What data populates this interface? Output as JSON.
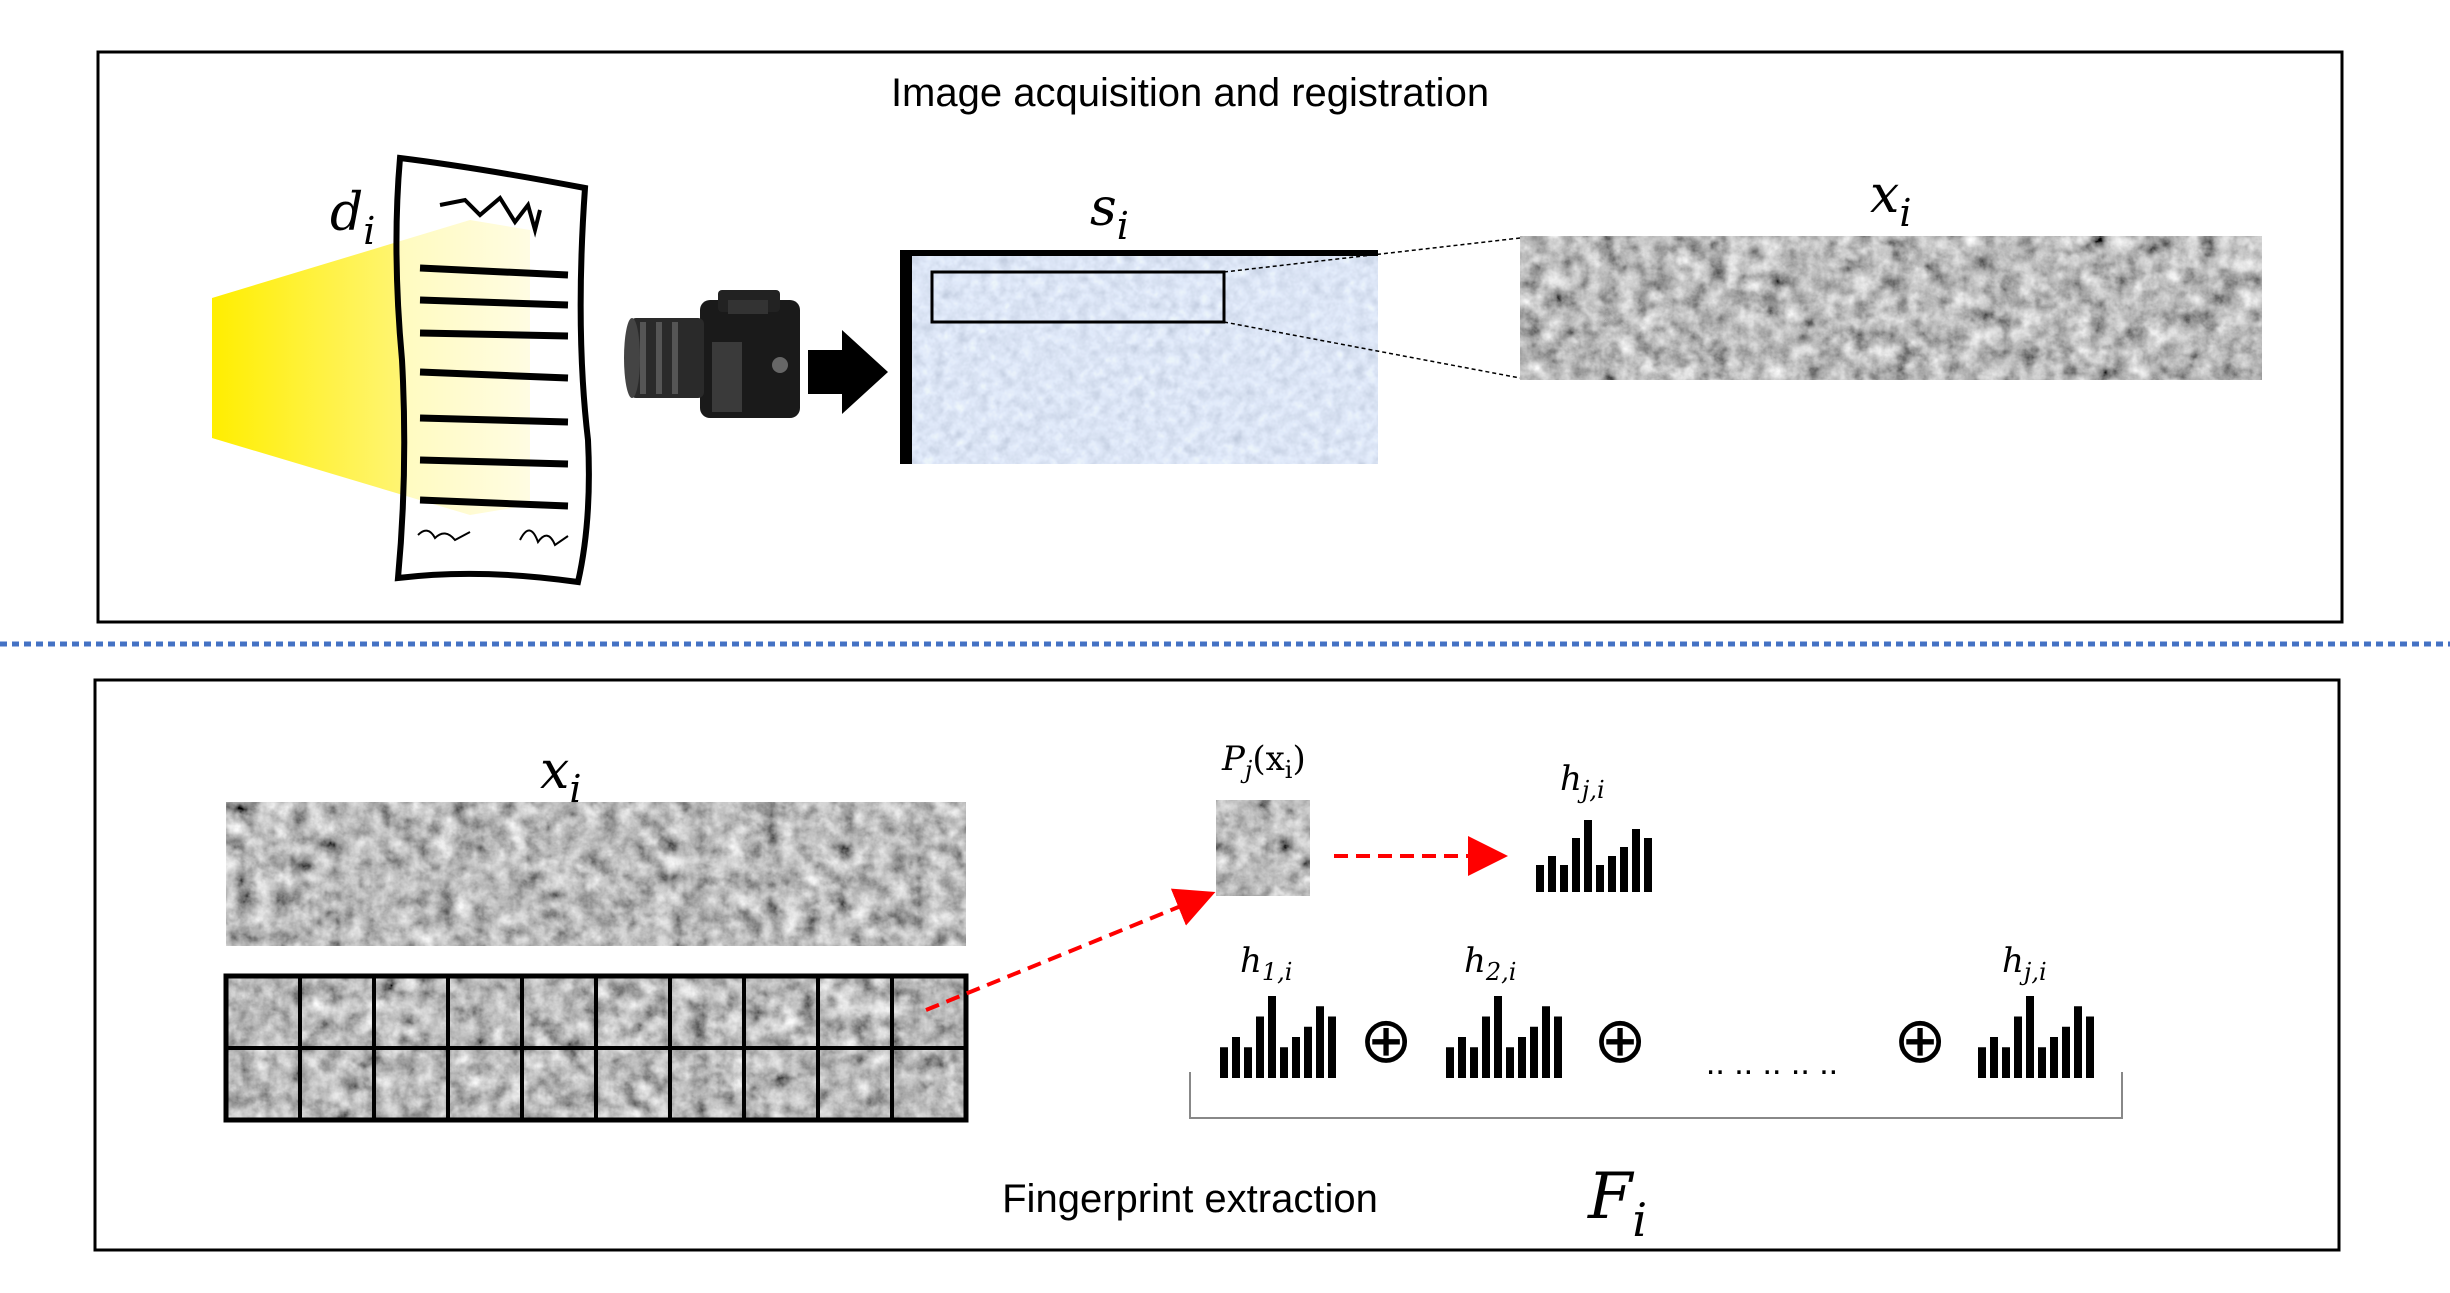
{
  "top_panel": {
    "title": "Image acquisition and registration",
    "document_label": {
      "base": "d",
      "sub": "i"
    },
    "scan_label": {
      "base": "s",
      "sub": "i"
    },
    "crop_label": {
      "base": "x",
      "sub": "i"
    }
  },
  "bottom_panel": {
    "title": "Fingerprint extraction",
    "image_label": {
      "base": "x",
      "sub": "i"
    },
    "patch_label": {
      "base": "P",
      "sub": "j",
      "arg": "(x",
      "arg_sub": "i",
      "close": ")"
    },
    "patch_hist_label": {
      "base": "h",
      "sub": "j,i"
    },
    "concat_hist_labels": [
      {
        "base": "h",
        "sub": "1,i"
      },
      {
        "base": "h",
        "sub": "2,i"
      },
      {
        "base": "h",
        "sub": "j,i"
      }
    ],
    "concat_operator": "⊕",
    "ellipsis": ".. .. .. .. ..",
    "fingerprint_label": {
      "base": "F",
      "sub": "i"
    }
  },
  "colors": {
    "border": "#000000",
    "separator": "#4472c4",
    "arrow_red": "#ff0000",
    "light_yellow": "#ffee00",
    "scan_blue": "#a8b4cc"
  },
  "grid": {
    "rows": 2,
    "cols": 10
  },
  "histogram_bars": [
    3,
    4,
    3,
    6,
    8,
    3,
    4,
    5,
    7,
    6
  ],
  "icons": [
    "light-beam-icon",
    "document-icon",
    "camera-icon",
    "arrow-right-icon"
  ]
}
